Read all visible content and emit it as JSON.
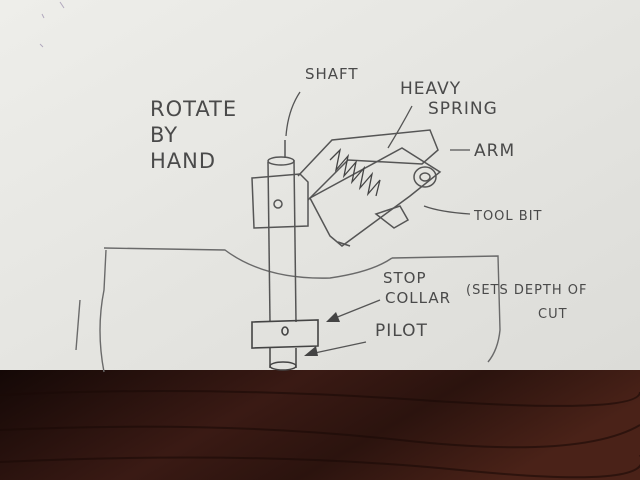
{
  "labels": {
    "rotate_line1": "ROTATE",
    "rotate_line2": "BY",
    "rotate_line3": "HAND",
    "shaft": "SHAFT",
    "heavy": "HEAVY",
    "spring": "SPRING",
    "arm": "ARM",
    "tool_bit": "TOOL BIT",
    "stop": "STOP",
    "collar": "COLLAR",
    "sets_depth_line1": "(SETS DEPTH OF",
    "sets_depth_line2": "CUT",
    "pilot": "PILOT"
  },
  "colors": {
    "paper": "#e6e6e2",
    "pencil": "#5a5a5a",
    "table": "#2a1410"
  }
}
